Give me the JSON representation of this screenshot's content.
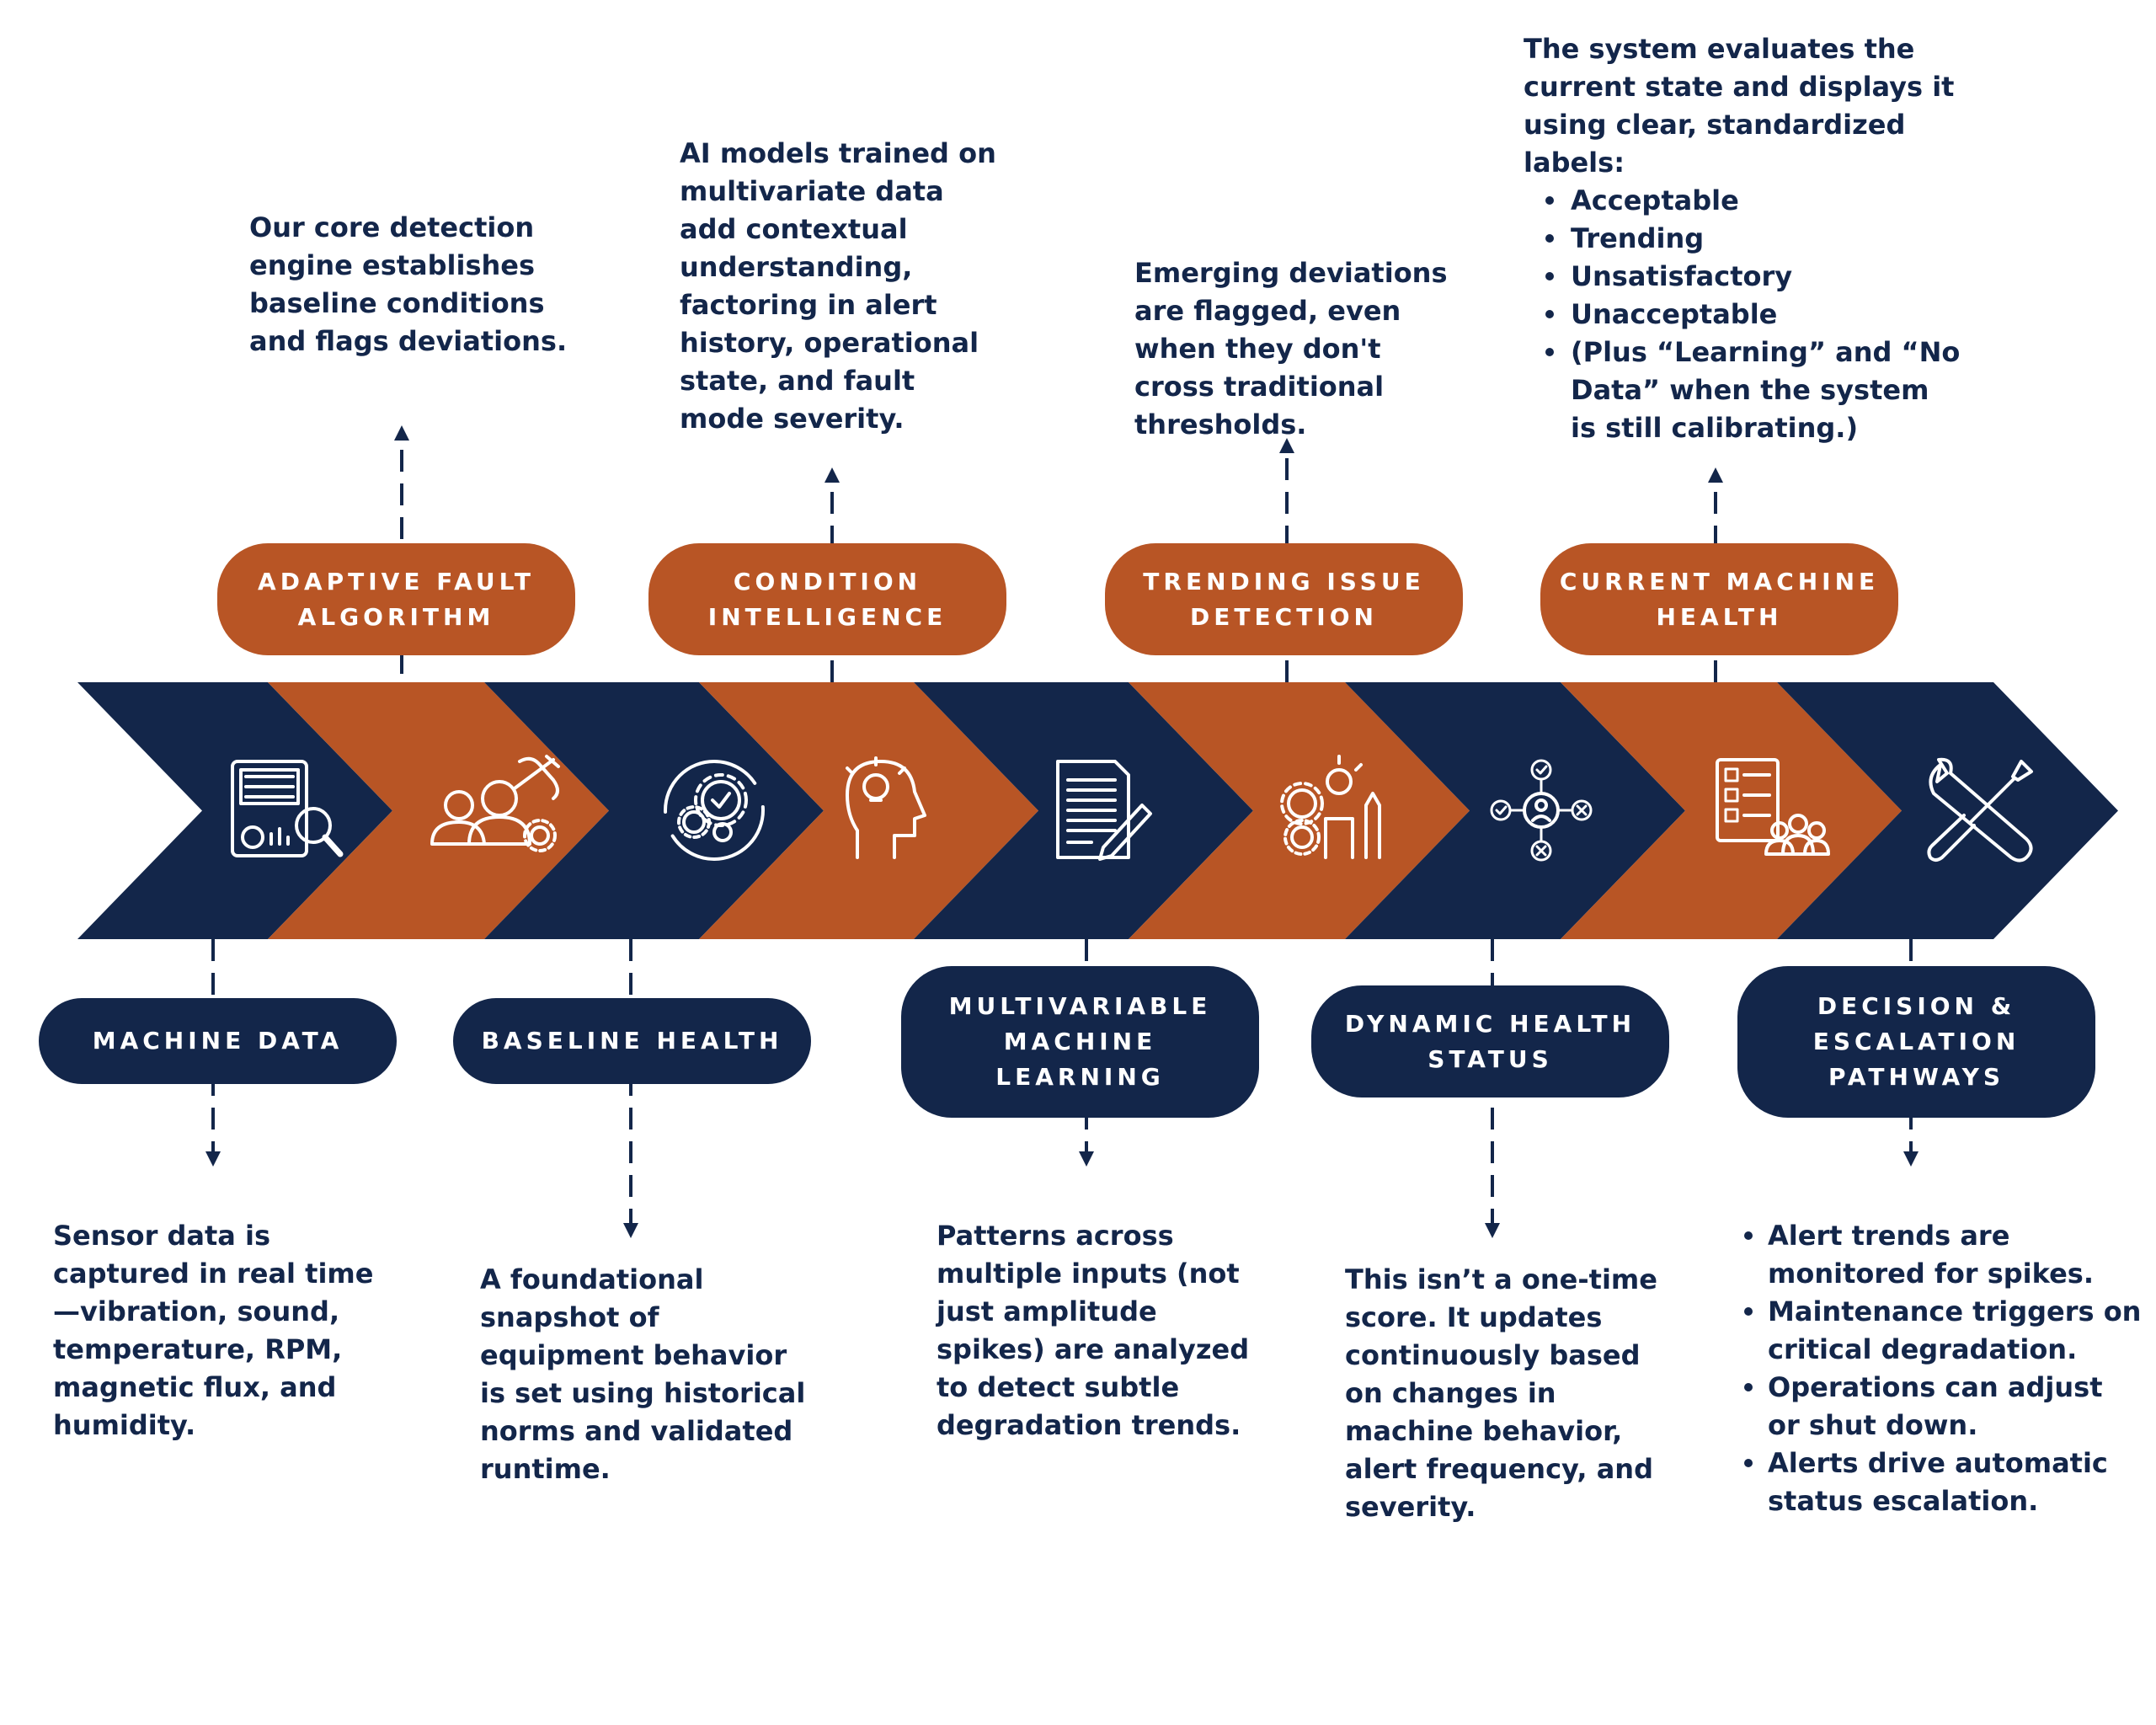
{
  "colors": {
    "navy": "#13264a",
    "orange": "#b85525",
    "icon": "#ffffff"
  },
  "stages": [
    {
      "label": "MACHINE DATA",
      "color": "navy",
      "position": "bottom",
      "icon": "report-search-icon",
      "text": "Sensor data is captured in real time —vibration, sound, temperature, RPM, magnetic flux, and humidity."
    },
    {
      "label": "ADAPTIVE FAULT ALGORITHM",
      "color": "orange",
      "position": "top",
      "icon": "team-tools-icon",
      "text": "Our core detection engine establishes baseline conditions and flags deviations."
    },
    {
      "label": "BASELINE HEALTH",
      "color": "navy",
      "position": "bottom",
      "icon": "gears-check-icon",
      "text": "A foundational snapshot of equipment behavior is set using historical norms and validated runtime."
    },
    {
      "label": "CONDITION INTELLIGENCE",
      "color": "orange",
      "position": "top",
      "icon": "head-lightbulb-icon",
      "text": "AI models trained on multivariate data add contextual understanding, factoring in alert history, operational state, and fault mode severity."
    },
    {
      "label": "MULTIVARIABLE MACHINE LEARNING",
      "color": "navy",
      "position": "bottom",
      "icon": "document-pen-icon",
      "text": "Patterns across multiple inputs (not just amplitude spikes) are analyzed to detect subtle degradation trends."
    },
    {
      "label": "TRENDING ISSUE DETECTION",
      "color": "orange",
      "position": "top",
      "icon": "gears-lightbulb-icon",
      "text": "Emerging deviations are flagged, even when they don't cross traditional thresholds."
    },
    {
      "label": "DYNAMIC HEALTH STATUS",
      "color": "navy",
      "position": "bottom",
      "icon": "person-decision-icon",
      "text": "This isn’t a one-time score. It updates continuously based on changes in machine behavior, alert frequency, and severity."
    },
    {
      "label": "CURRENT MACHINE HEALTH",
      "color": "orange",
      "position": "top",
      "icon": "checklist-team-icon",
      "text": "The system evaluates the current state and displays it using clear, standardized labels:",
      "bullets": [
        "Acceptable",
        "Trending",
        "Unsatisfactory",
        "Unacceptable",
        " (Plus “Learning” and “No Data” when the system is still calibrating.)"
      ]
    },
    {
      "label": "DECISION & ESCALATION PATHWAYS",
      "color": "navy",
      "position": "bottom",
      "icon": "wrench-screwdriver-icon",
      "text": "",
      "bullets": [
        "Alert trends are monitored for spikes.",
        "Maintenance triggers on critical degradation.",
        "Operations can adjust or shut down.",
        "Alerts drive automatic status escalation."
      ]
    }
  ]
}
